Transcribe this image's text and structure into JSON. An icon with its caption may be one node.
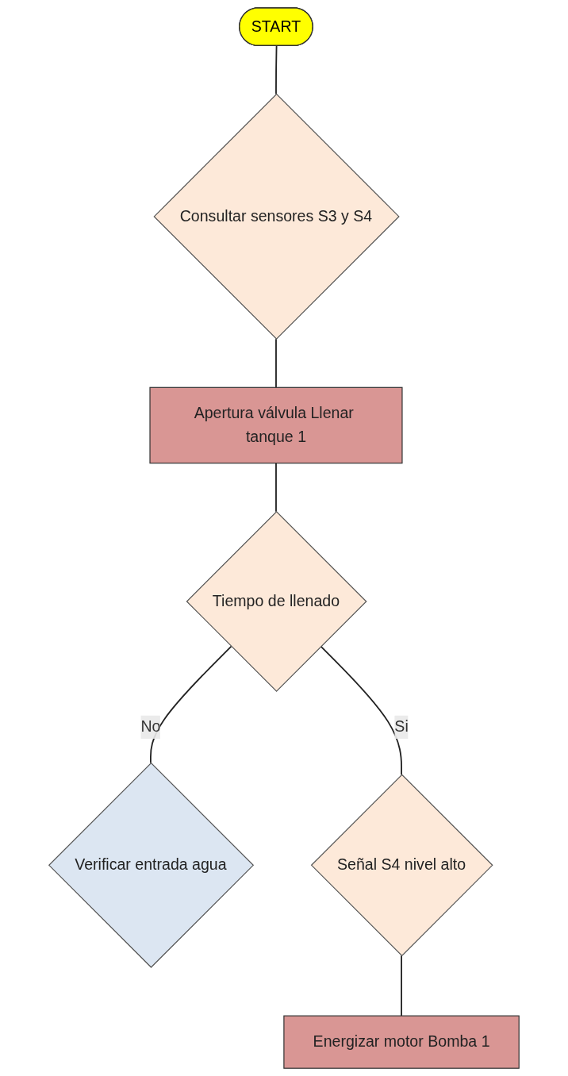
{
  "diagram": {
    "nodes": [
      {
        "text": [
          "START"
        ]
      },
      {
        "text": [
          "Consultar sensores S3 y S4"
        ]
      },
      {
        "text": [
          "Apertura válvula Llenar tanque 1"
        ]
      },
      {
        "text": [
          "Tiempo de llenado"
        ]
      },
      {
        "text": [
          "Verificar entrada agua"
        ]
      },
      {
        "text": [
          "Señal S4 nivel alto"
        ]
      },
      {
        "text": [
          "Energizar motor Bomba 1"
        ]
      }
    ],
    "edges": [
      {
        "from": 0,
        "to": 1,
        "arrow": "none"
      },
      {
        "from": 1,
        "to": 2,
        "arrow": "none"
      },
      {
        "from": 2,
        "to": 3,
        "arrow": "none"
      },
      {
        "from": 3,
        "to": 4,
        "arrow": "none",
        "label": "No"
      },
      {
        "from": 3,
        "to": 5,
        "arrow": "none",
        "label": "Si"
      },
      {
        "from": 5,
        "to": 6,
        "arrow": "none"
      }
    ]
  }
}
